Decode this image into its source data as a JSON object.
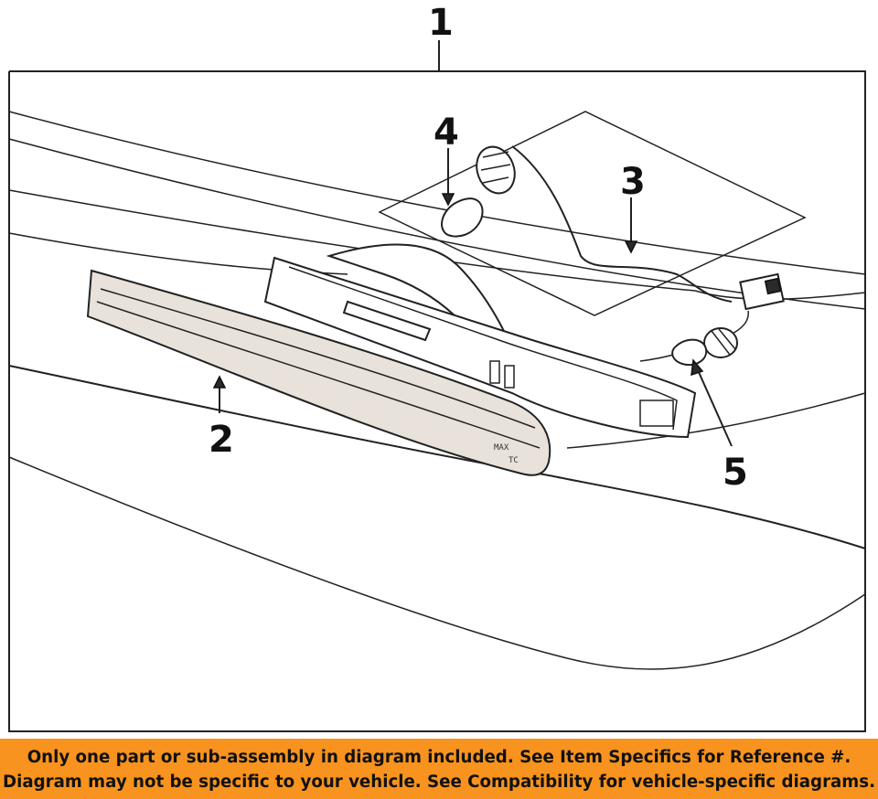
{
  "diagram": {
    "callouts": [
      {
        "number": "1",
        "part": "lamp-assembly"
      },
      {
        "number": "2",
        "part": "side-marker-lens"
      },
      {
        "number": "3",
        "part": "wire-harness"
      },
      {
        "number": "4",
        "part": "bulb"
      },
      {
        "number": "5",
        "part": "socket-bulb"
      }
    ],
    "lens_marking": "MAX\nTC"
  },
  "disclaimer": {
    "line1": "Only one part or sub-assembly in diagram included. See Item Specifics for Reference #.",
    "line2": "Diagram may not be specific to your vehicle. See Compatibility for vehicle-specific diagrams."
  },
  "colors": {
    "banner": "#f7931e",
    "text": "#111111",
    "line_art": "#222222"
  }
}
